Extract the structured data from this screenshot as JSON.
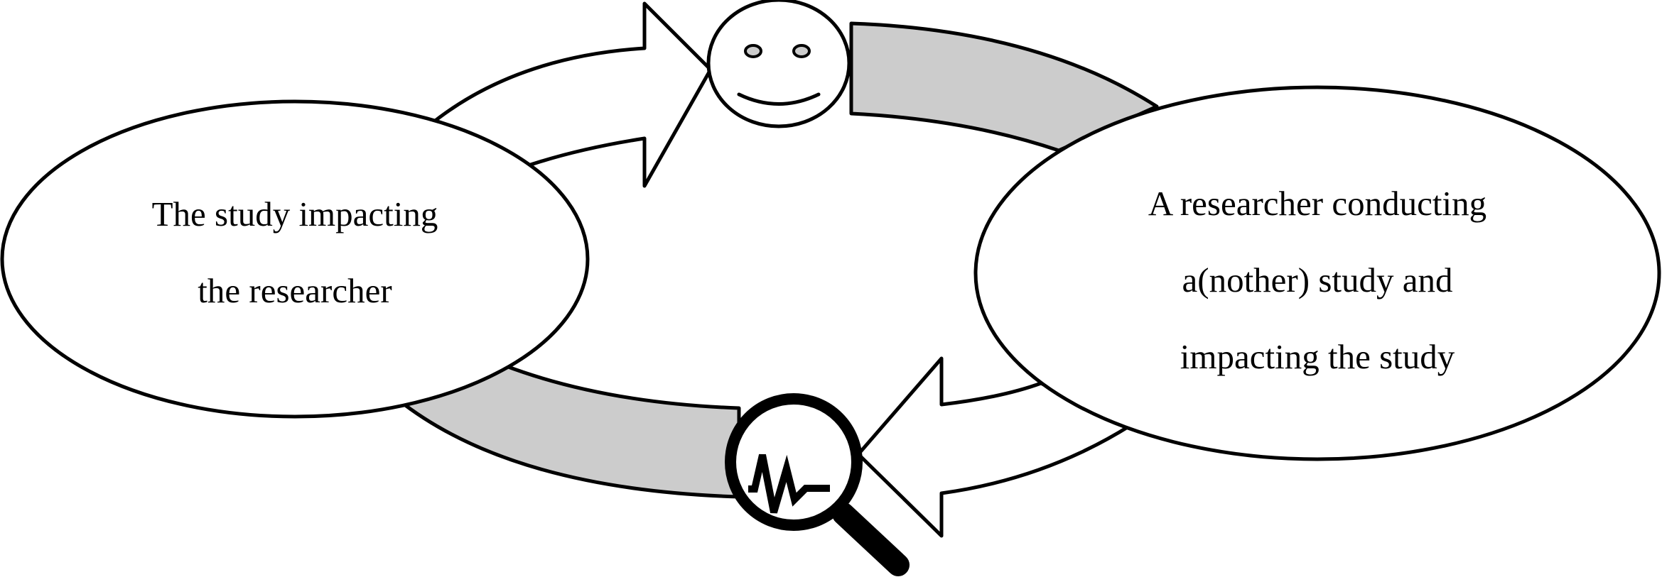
{
  "left_node": {
    "line1": "The study impacting",
    "line2": "the researcher"
  },
  "right_node": {
    "line1": "A researcher conducting",
    "line2": "a(nother) study and",
    "line3": "impacting the study"
  },
  "icons": {
    "top": "smiley-face-icon",
    "bottom": "magnifying-glass-graph-icon"
  },
  "colors": {
    "arrow_fill": "#ffffff",
    "band_fill": "#cccccc",
    "stroke": "#000000"
  }
}
